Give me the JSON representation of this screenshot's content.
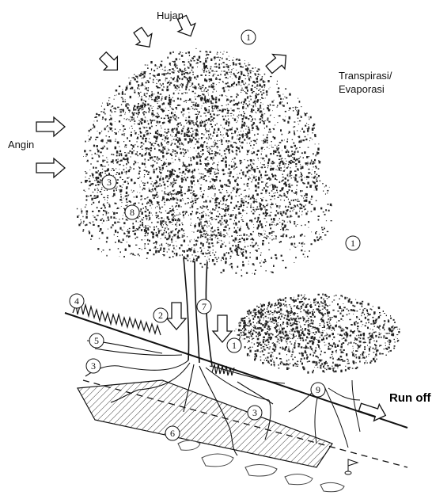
{
  "labels": {
    "rain": "Hujan",
    "wind": "Angin",
    "transpiration_line1": "Transpirasi/",
    "transpiration_line2": "Evaporasi",
    "runoff": "Run off"
  },
  "markers": {
    "m1": "1",
    "m2": "2",
    "m3": "3",
    "m4": "4",
    "m5": "5",
    "m6": "6",
    "m7": "7",
    "m8": "8",
    "m9": "9"
  },
  "colors": {
    "ink": "#111111",
    "background": "#ffffff",
    "hatch": "#333333"
  }
}
